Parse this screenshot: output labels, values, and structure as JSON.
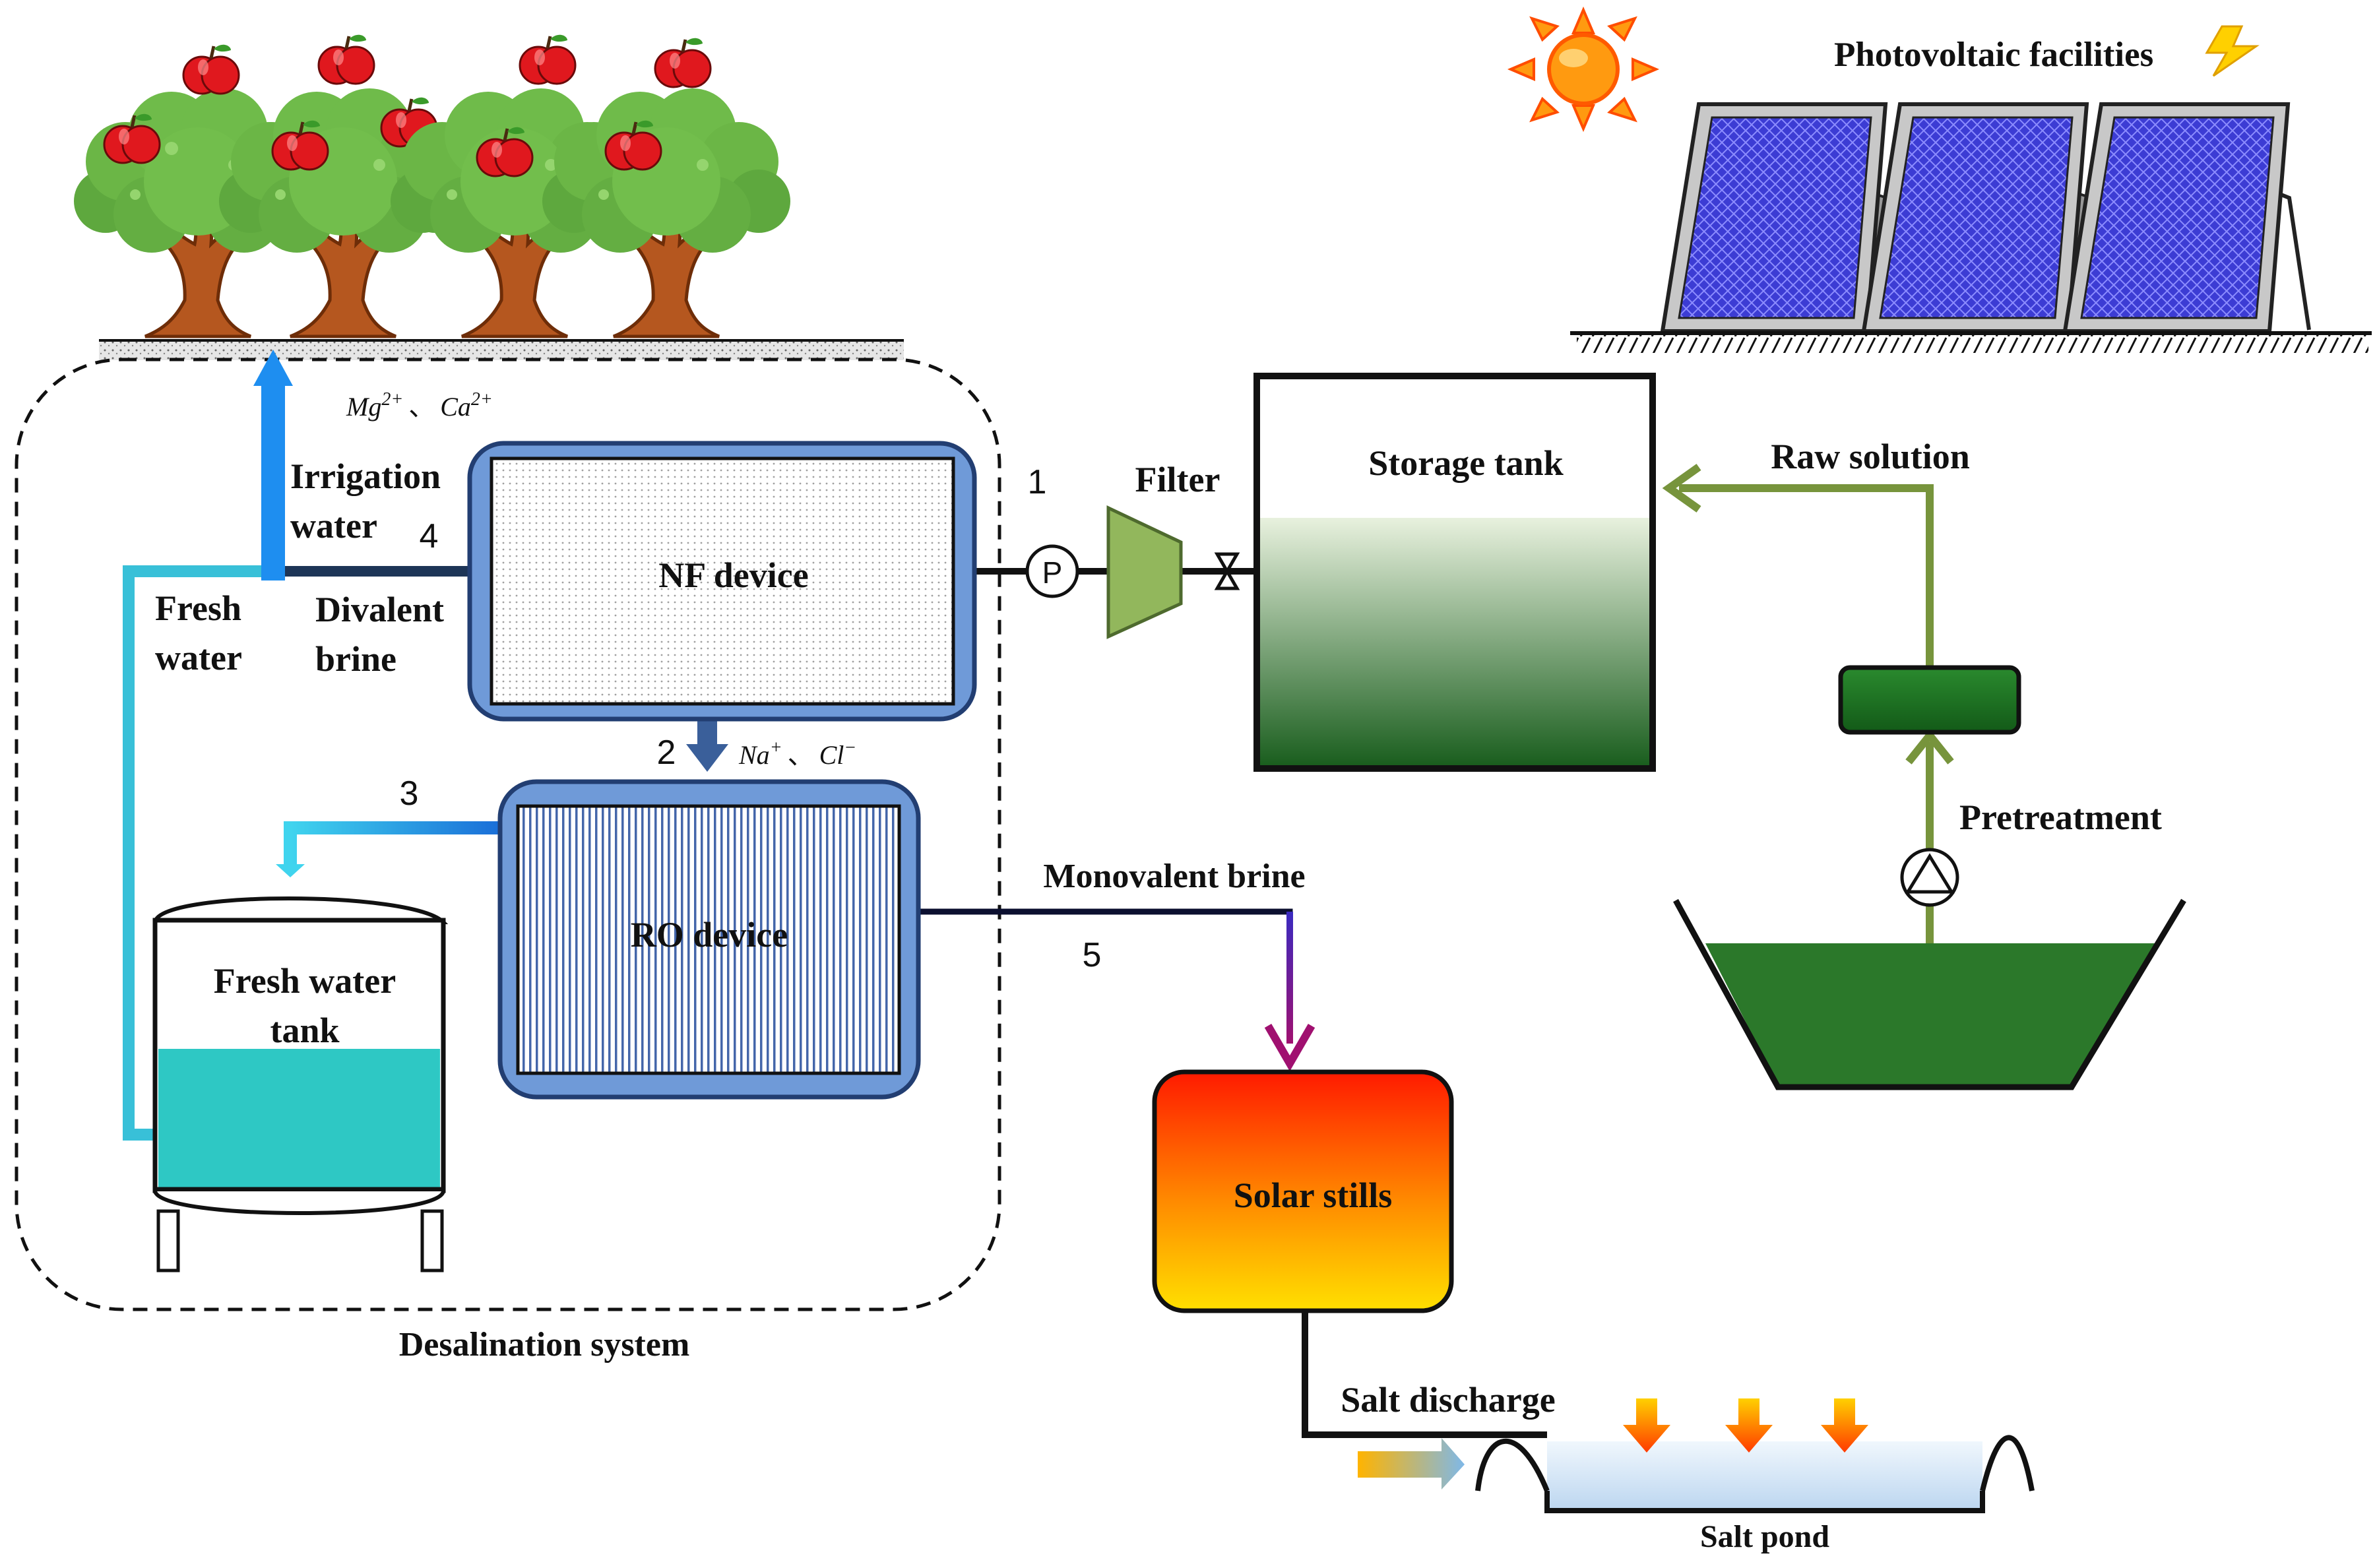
{
  "labels": {
    "photovoltaic": "Photovoltaic facilities",
    "storage_tank": "Storage tank",
    "raw_solution": "Raw solution",
    "filter": "Filter",
    "nf_device": "NF device",
    "ro_device": "RO device",
    "pretreatment": "Pretreatment",
    "monovalent_brine": "Monovalent brine",
    "solar_stills": "Solar stills",
    "salt_discharge": "Salt discharge",
    "salt_pond": "Salt pond",
    "desalination_system": "Desalination system",
    "fresh_water_tank_l1": "Fresh water",
    "fresh_water_tank_l2": "tank",
    "irrigation_l1": "Irrigation",
    "irrigation_l2": "water",
    "fresh_l1": "Fresh",
    "fresh_l2": "water",
    "divalent_l1": "Divalent",
    "divalent_l2": "brine",
    "pump_symbol": "P"
  },
  "ions": {
    "mg": "Mg",
    "mg_charge": "2+",
    "sep1": "、",
    "ca": "Ca",
    "ca_charge": "2+",
    "na": "Na",
    "na_charge": "+",
    "sep2": "、",
    "cl": "Cl",
    "cl_charge": "−"
  },
  "stream_numbers": {
    "s1": "1",
    "s2": "2",
    "s3": "3",
    "s4": "4",
    "s5": "5"
  },
  "colors": {
    "nf_border": "#3a66b0",
    "nf_fill": "#6f9ad8",
    "irrigation_pipe": "#1e8ef0",
    "fresh_pipe": "#38c0d8",
    "divalent_pipe": "#1d3557",
    "raw_pipe": "#77943c",
    "brine_pipe": "#0c1030",
    "fresh_water": "#2ec8c4",
    "pond_water": "#d2e6f7",
    "pv_panel": "#4848d8",
    "sun": "#ff9900"
  },
  "icons": [
    "apple-tree-icon",
    "sun-icon",
    "lightning-icon",
    "solar-panel-icon",
    "pump-icon",
    "filter-icon",
    "valve-icon",
    "heat-arrow-icon"
  ]
}
